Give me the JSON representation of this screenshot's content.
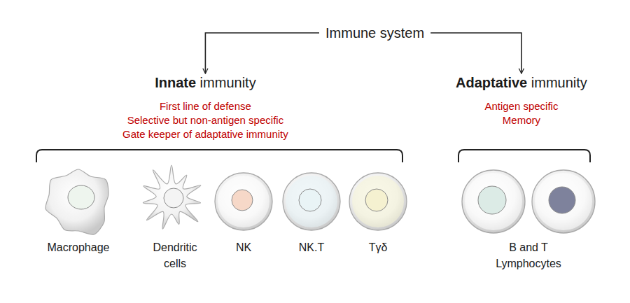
{
  "diagram": {
    "nodes": [
      {
        "text": [
          "Immune system"
        ]
      },
      {
        "text": [
          "Innate immunity",
          "First line of defense",
          "Selective but non-antigen specific",
          "Gate keeper of adaptative immunity"
        ]
      },
      {
        "text": [
          "Adaptative immunity",
          "Antigen specific",
          "Memory"
        ]
      },
      {
        "text": [
          "Macrophage"
        ]
      },
      {
        "text": [
          "Dendritic cells"
        ]
      },
      {
        "text": [
          "NK"
        ]
      },
      {
        "text": [
          "NK.T"
        ]
      },
      {
        "text": [
          "Tγδ"
        ]
      },
      {
        "text": [
          "B and T Lymphocytes"
        ]
      }
    ],
    "edges": [
      {
        "from": 0,
        "to": 1,
        "arrow": "to"
      },
      {
        "from": 0,
        "to": 2,
        "arrow": "to"
      }
    ]
  }
}
